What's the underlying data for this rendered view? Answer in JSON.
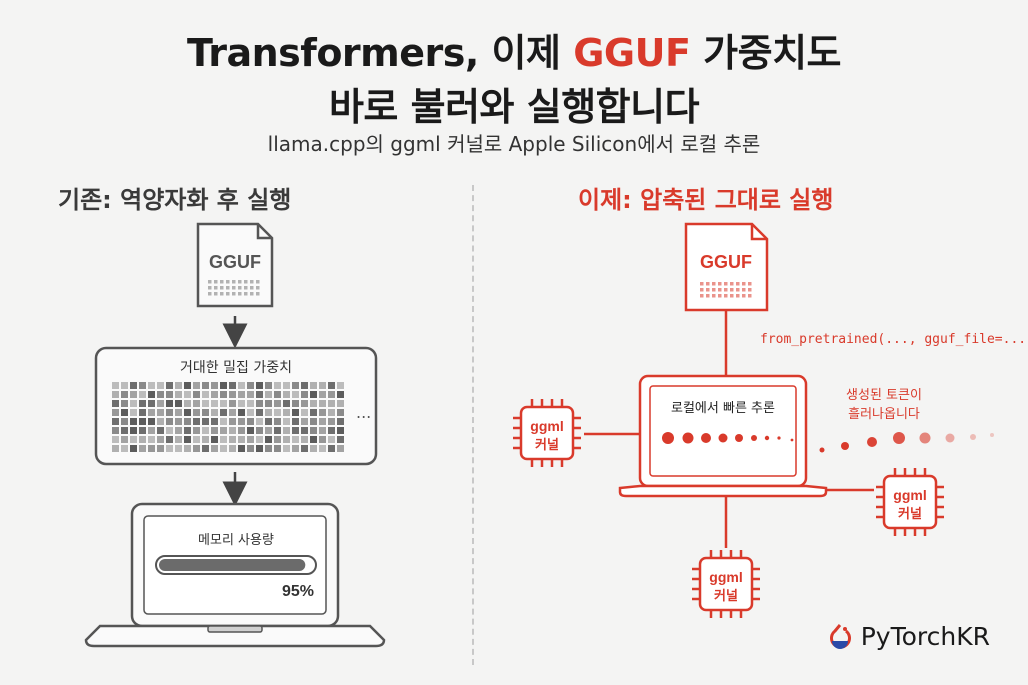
{
  "header": {
    "title_part1": "Transformers, 이제 ",
    "title_accent": "GGUF",
    "title_part2": " 가중치도",
    "title_line2": "바로 불러와 실행합니다",
    "subtitle": "llama.cpp의 ggml 커널로 Apple Silicon에서 로컬 추론"
  },
  "left": {
    "heading": "기존: 역양자화 후 실행",
    "file_label": "GGUF",
    "weights_label": "거대한 밀집 가중치",
    "ellipsis": "...",
    "memory_label": "메모리 사용량",
    "memory_percent": "95%",
    "memory_fill": 0.95
  },
  "right": {
    "heading": "이제: 압축된 그대로 실행",
    "file_label": "GGUF",
    "code_label": "from_pretrained(..., gguf_file=...)",
    "laptop_label": "로컬에서 빠른 추론",
    "tokens_label_line1": "생성된 토큰이",
    "tokens_label_line2": "흘러나옵니다",
    "chip_line1": "ggml",
    "chip_line2": "커널"
  },
  "colors": {
    "accent": "#d93a2b",
    "gray": "#555555",
    "background": "#f4f4f3"
  },
  "brand": {
    "name": "PyTorchKR",
    "icon": "pytorchkr-flame-icon"
  }
}
